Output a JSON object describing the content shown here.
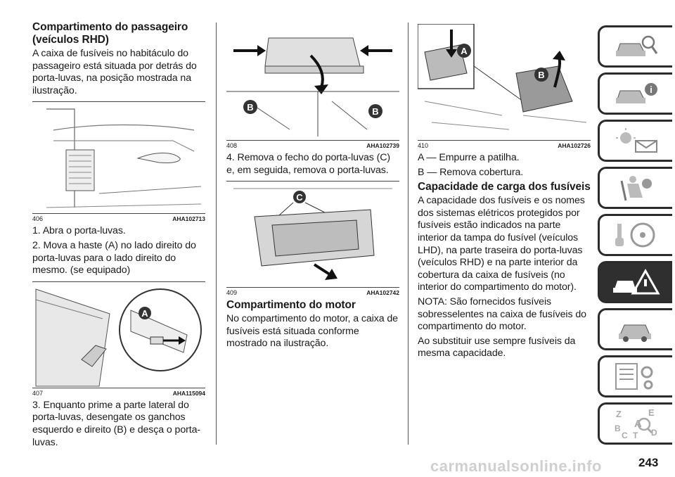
{
  "col1": {
    "heading": "Compartimento do passageiro (veículos RHD)",
    "intro": "A caixa de fusíveis no habitáculo do passageiro está situada por detrás do porta-luvas, na posição mostrada na ilustração.",
    "fig406": {
      "num": "406",
      "code": "AHA102713"
    },
    "step1": "1. Abra o porta-luvas.",
    "step2": "2. Mova a haste (A) no lado direito do porta-luvas para o lado direito do mesmo. (se equipado)",
    "fig407": {
      "num": "407",
      "code": "AHA115094",
      "label_a": "A"
    },
    "step3": "3. Enquanto prime a parte lateral do porta-luvas, desengate os ganchos esquerdo e direito (B) e desça o porta-luvas."
  },
  "col2": {
    "fig408": {
      "num": "408",
      "code": "AHA102739",
      "label_b1": "B",
      "label_b2": "B"
    },
    "step4": "4. Remova o fecho do porta-luvas (C) e, em seguida, remova o porta-luvas.",
    "fig409": {
      "num": "409",
      "code": "AHA102742",
      "label_c": "C"
    },
    "heading": "Compartimento do motor",
    "body": "No compartimento do motor, a caixa de fusíveis está situada conforme mostrado na ilustração."
  },
  "col3": {
    "fig410": {
      "num": "410",
      "code": "AHA102726",
      "label_a": "A",
      "label_b": "B"
    },
    "line_a": "A — Empurre a patilha.",
    "line_b": "B — Remova cobertura.",
    "heading": "Capacidade de carga dos fusíveis",
    "body1": "A capacidade dos fusíveis e os nomes dos sistemas elétricos protegidos por fusíveis estão indicados na parte interior da tampa do fusível (veículos LHD), na parte traseira do porta-luvas (veículos RHD) e na parte interior da cobertura da caixa de fusíveis (no interior do compartimento do motor).",
    "note": "NOTA: São fornecidos fusíveis sobresselentes na caixa de fusíveis do compartimento do motor.",
    "body2": "Ao substituir use sempre fusíveis da mesma capacidade."
  },
  "tabs": [
    {
      "icon": "car-search-icon"
    },
    {
      "icon": "car-info-icon"
    },
    {
      "icon": "warning-lights-icon"
    },
    {
      "icon": "seat-airbag-icon"
    },
    {
      "icon": "key-steering-wheel-icon"
    },
    {
      "icon": "emergency-car-icon",
      "active": true
    },
    {
      "icon": "car-service-icon"
    },
    {
      "icon": "technical-data-icon"
    },
    {
      "icon": "alphabetical-index-icon",
      "letters": [
        "Z",
        "E",
        "A",
        "B",
        "C",
        "T",
        "D"
      ]
    }
  ],
  "page_number": "243",
  "watermark": "carmanualsonline.info"
}
